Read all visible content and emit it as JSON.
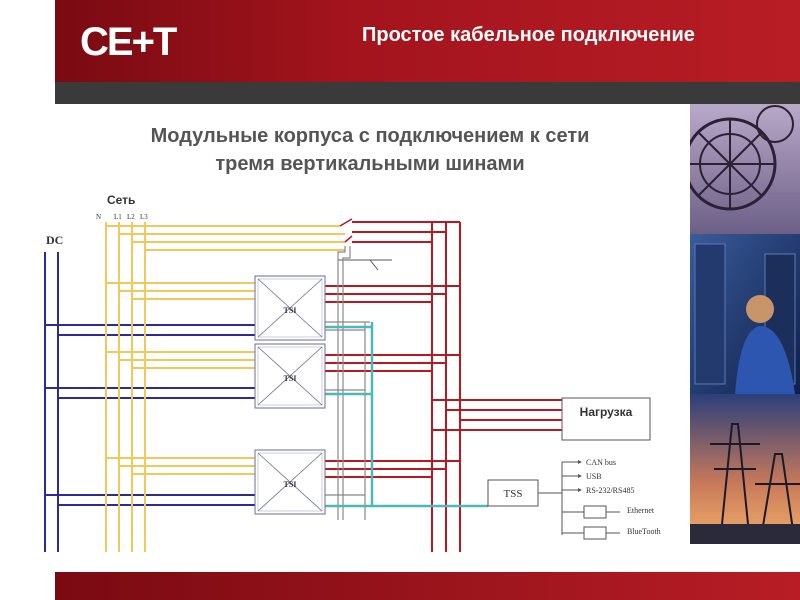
{
  "header": {
    "logo_text": "CE+T",
    "title": "Простое кабельное подключение"
  },
  "slide": {
    "title_line1": "Модульные корпуса с подключением к сети",
    "title_line2": "тремя вертикальными шинами"
  },
  "diagram": {
    "grid_label": "Сеть",
    "phase_labels": [
      "N",
      "L1",
      "L2",
      "L3"
    ],
    "dc_label": "DC",
    "module_label": "TSI",
    "load_label": "Нагрузка",
    "tss_label": "TSS",
    "interfaces": [
      "CAN bus",
      "USB",
      "RS-232/RS485",
      "Ethernet",
      "BlueTooth"
    ],
    "colors": {
      "dc": "#2b2b9c",
      "ac": "#f0c95a",
      "output": "#b81820",
      "comm": "#4db8b8",
      "signal": "#888888"
    }
  }
}
